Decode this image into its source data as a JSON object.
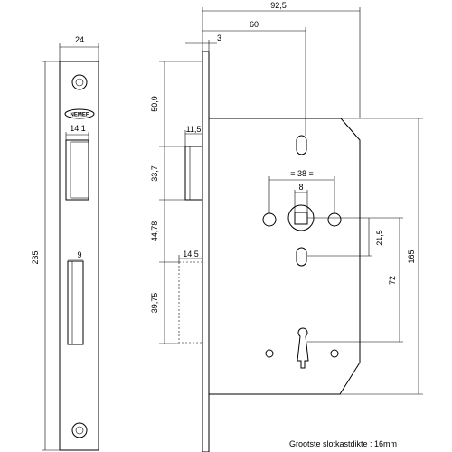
{
  "front": {
    "logo": "NEMEF",
    "width": "24",
    "height": "235",
    "latch_width": "14,1",
    "bolt_width": "9"
  },
  "side": {
    "backset": "92,5",
    "case_depth": "60",
    "plate": "3",
    "latch_depth": "11,5",
    "bolt_depth": "14,5",
    "top_to_latch": "50,9",
    "latch_height": "33,7",
    "latch_to_bolt": "44,78",
    "bolt_height": "39,75"
  },
  "case": {
    "spindle_spacing": "= 38 =",
    "spindle": "8",
    "cyl_to_spindle_small": "21,5",
    "cyl_to_spindle": "72",
    "case_height": "165"
  },
  "caption": "Grootste slotkastdikte : 16mm"
}
